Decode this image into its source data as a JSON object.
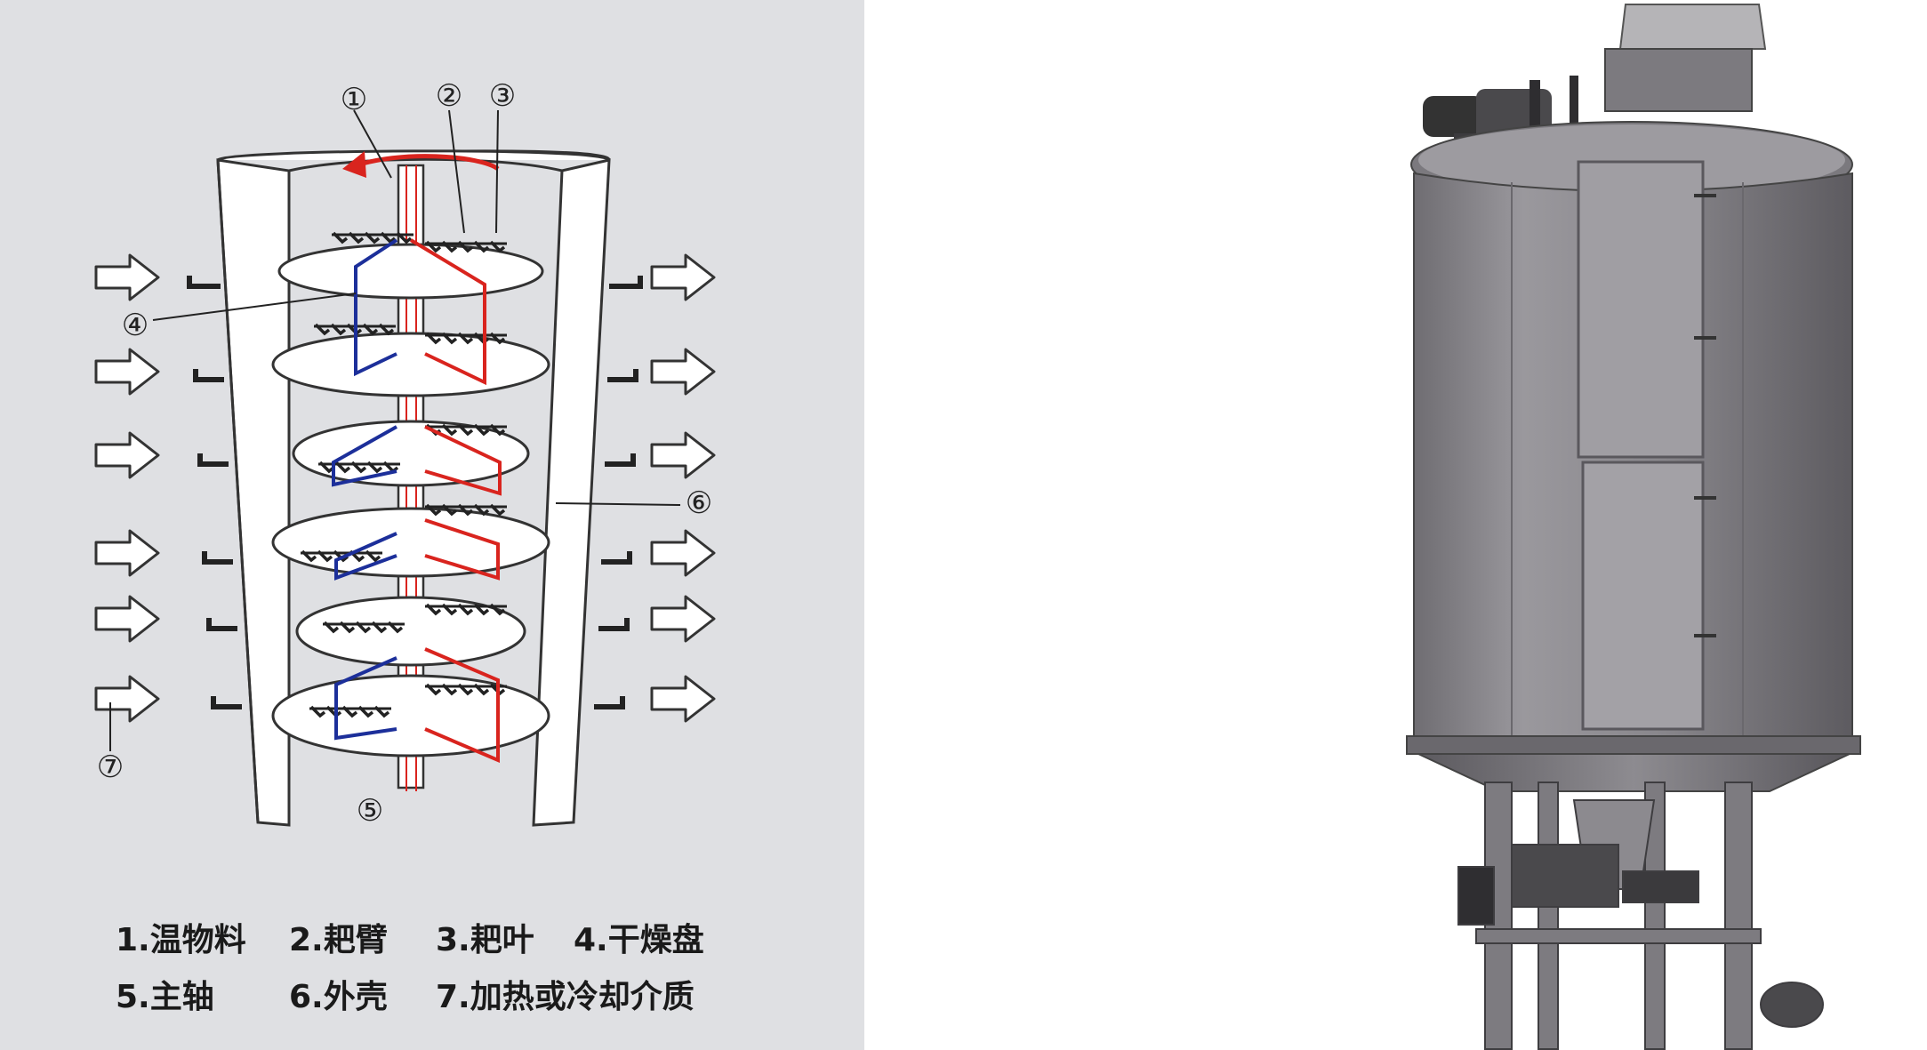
{
  "callouts": {
    "c1": "①",
    "c2": "②",
    "c3": "③",
    "c4": "④",
    "c5": "⑤",
    "c6": "⑥",
    "c7": "⑦"
  },
  "legend": {
    "row1": [
      "1.温物料",
      "2.耙臂",
      "3.耙叶",
      "4.干燥盘"
    ],
    "row2": [
      "5.主轴",
      "6.外壳",
      "7.加热或冷却介质"
    ]
  },
  "colors": {
    "panel_bg": "#dfe0e3",
    "hot_pipe": "#d9241e",
    "cold_pipe": "#1c2f9a",
    "rotation_arrow": "#d9241e",
    "machine_body": "#8c8a8f"
  },
  "icons": {
    "inflow_arrows": "hollow-right-arrow",
    "outflow_arrows": "hollow-right-arrow",
    "rotation": "curved-arrow-left"
  }
}
